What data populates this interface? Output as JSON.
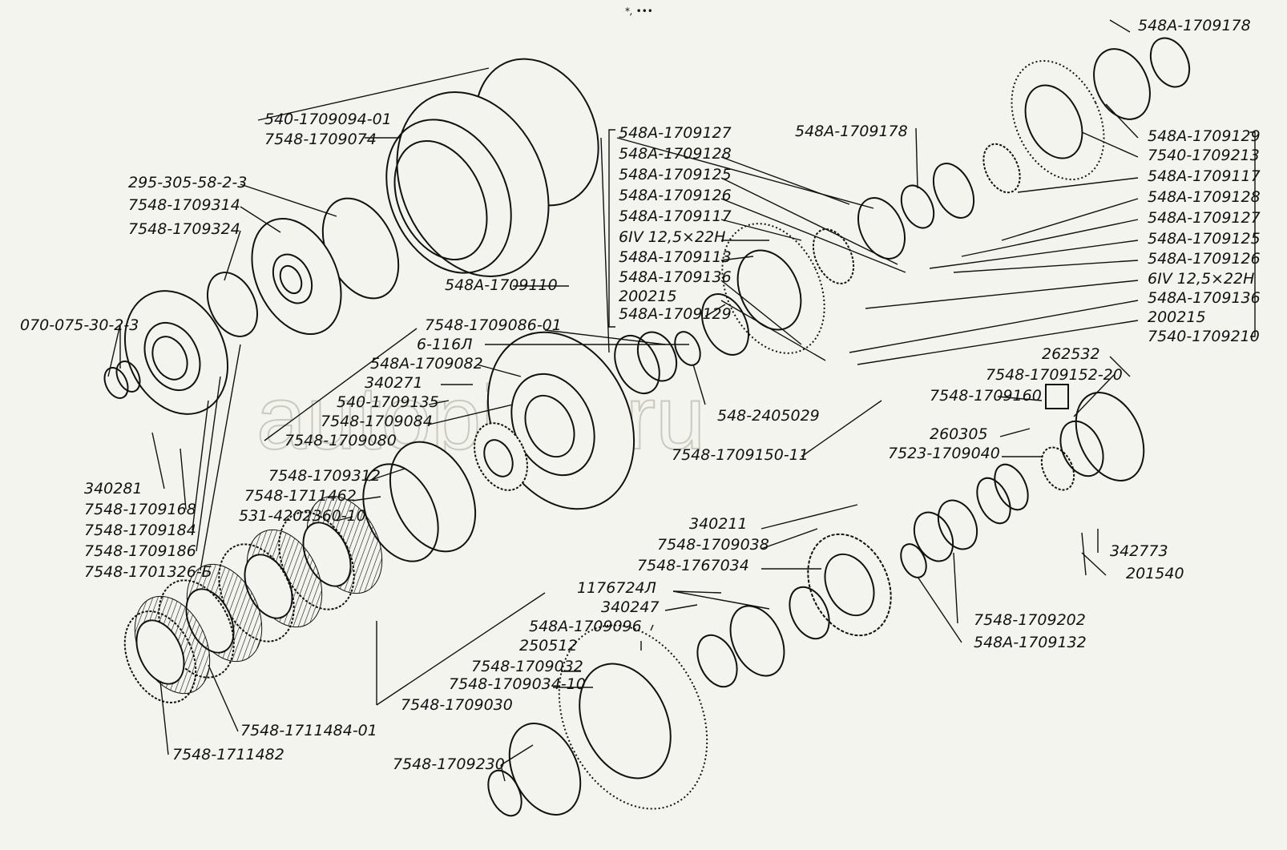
{
  "diagram": {
    "watermark": "autopiter.ru",
    "top_mark": "*, •••",
    "labels": [
      {
        "id": "l01",
        "text": "548A-1709178"
      },
      {
        "id": "l02",
        "text": "540-1709094-01"
      },
      {
        "id": "l03",
        "text": "7548-1709074"
      },
      {
        "id": "l04",
        "text": "548A-1709127"
      },
      {
        "id": "l05",
        "text": "548A-1709178"
      },
      {
        "id": "l06",
        "text": "548A-1709128"
      },
      {
        "id": "l07",
        "text": "548A-1709125"
      },
      {
        "id": "l08",
        "text": "548A-1709126"
      },
      {
        "id": "l09",
        "text": "548A-1709117"
      },
      {
        "id": "l10",
        "text": "6IV 12,5×22H"
      },
      {
        "id": "l11",
        "text": "548A-1709113"
      },
      {
        "id": "l12",
        "text": "548A-1709136"
      },
      {
        "id": "l13",
        "text": "200215"
      },
      {
        "id": "l14",
        "text": "548A-1709129"
      },
      {
        "id": "l15",
        "text": "295-305-58-2-3"
      },
      {
        "id": "l16",
        "text": "7548-1709314"
      },
      {
        "id": "l17",
        "text": "7548-1709324"
      },
      {
        "id": "l18",
        "text": "548A-1709110"
      },
      {
        "id": "l19",
        "text": "070-075-30-2-3"
      },
      {
        "id": "l20",
        "text": "548A-1709129"
      },
      {
        "id": "l21",
        "text": "7540-1709213"
      },
      {
        "id": "l22",
        "text": "548A-1709117"
      },
      {
        "id": "l23",
        "text": "548A-1709128"
      },
      {
        "id": "l24",
        "text": "548A-1709127"
      },
      {
        "id": "l25",
        "text": "548A-1709125"
      },
      {
        "id": "l26",
        "text": "548A-1709126"
      },
      {
        "id": "l27",
        "text": "6IV 12,5×22H"
      },
      {
        "id": "l28",
        "text": "548A-1709136"
      },
      {
        "id": "l29",
        "text": "200215"
      },
      {
        "id": "l30",
        "text": "7540-1709210"
      },
      {
        "id": "l31",
        "text": "7548-1709086-01"
      },
      {
        "id": "l32",
        "text": "6-116Л"
      },
      {
        "id": "l33",
        "text": "548A-1709082"
      },
      {
        "id": "l34",
        "text": "340271"
      },
      {
        "id": "l35",
        "text": "540-1709135"
      },
      {
        "id": "l36",
        "text": "7548-1709084"
      },
      {
        "id": "l37",
        "text": "7548-1709080"
      },
      {
        "id": "l38",
        "text": "548-2405029"
      },
      {
        "id": "l39",
        "text": "7548-1709150-11"
      },
      {
        "id": "l40",
        "text": "262532"
      },
      {
        "id": "l41",
        "text": "7548-1709152-20"
      },
      {
        "id": "l42",
        "text": "7548-1709160"
      },
      {
        "id": "l43",
        "text": "260305"
      },
      {
        "id": "l44",
        "text": "7523-1709040"
      },
      {
        "id": "l45",
        "text": "7548-1709312"
      },
      {
        "id": "l46",
        "text": "7548-1711462"
      },
      {
        "id": "l47",
        "text": "531-4202360-10"
      },
      {
        "id": "l48",
        "text": "340281"
      },
      {
        "id": "l49",
        "text": "7548-1709168"
      },
      {
        "id": "l50",
        "text": "7548-1709184"
      },
      {
        "id": "l51",
        "text": "7548-1709186"
      },
      {
        "id": "l52",
        "text": "7548-1701326-Б"
      },
      {
        "id": "l53",
        "text": "340211"
      },
      {
        "id": "l54",
        "text": "7548-1709038"
      },
      {
        "id": "l55",
        "text": "7548-1767034"
      },
      {
        "id": "l56",
        "text": "1176724Л"
      },
      {
        "id": "l57",
        "text": "340247"
      },
      {
        "id": "l58",
        "text": "548A-1709096"
      },
      {
        "id": "l59",
        "text": "250512"
      },
      {
        "id": "l60",
        "text": "7548-1709032"
      },
      {
        "id": "l61",
        "text": "7548-1709034-10"
      },
      {
        "id": "l62",
        "text": "7548-1709030"
      },
      {
        "id": "l63",
        "text": "342773"
      },
      {
        "id": "l64",
        "text": "201540"
      },
      {
        "id": "l65",
        "text": "7548-1709202"
      },
      {
        "id": "l66",
        "text": "548A-1709132"
      },
      {
        "id": "l67",
        "text": "7548-1711484-01"
      },
      {
        "id": "l68",
        "text": "7548-1711482"
      },
      {
        "id": "l69",
        "text": "7548-1709230"
      }
    ]
  }
}
